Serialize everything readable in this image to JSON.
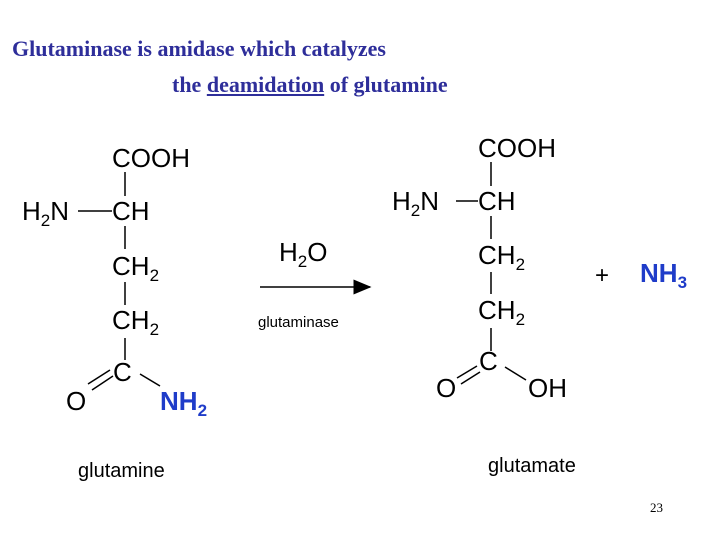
{
  "title": {
    "line1": "Glutaminase is amidase which catalyzes",
    "line2_prefix": "the",
    "line2_emphasis": "deamidation",
    "line2_suffix": "of glutamine"
  },
  "reaction": {
    "reactant_name": "glutamine",
    "product_name": "glutamate",
    "reagent": "H",
    "reagent_sub": "2",
    "reagent_tail": "O",
    "enzyme": "glutaminase",
    "plus": "+",
    "byproduct": "NH",
    "byproduct_sub": "3"
  },
  "atoms": {
    "cooh": "COOH",
    "ch": "CH",
    "h2n_h": "H",
    "h2n_sub": "2",
    "h2n_n": "N",
    "ch2_ch": "CH",
    "ch2_sub": "2",
    "c": "C",
    "o": "O",
    "oh": "OH",
    "nh2_nh": "NH",
    "nh2_sub": "2"
  },
  "page_number": "23",
  "colors": {
    "title": "#2e2e9a",
    "highlight": "#1f3cc9",
    "text": "#000000"
  }
}
